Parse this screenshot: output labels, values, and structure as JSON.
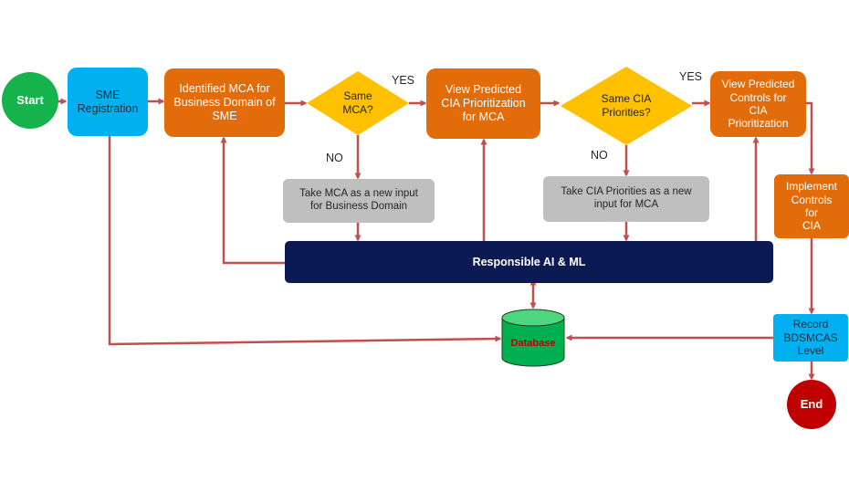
{
  "nodes": {
    "start": "Start",
    "sme_registration": "SME\nRegistration",
    "identified_mca": "Identified MCA for\nBusiness Domain of\nSME",
    "same_mca": "Same\nMCA?",
    "view_cia_prioritization": "View Predicted\nCIA Prioritization\nfor MCA",
    "same_cia": "Same CIA\nPriorities?",
    "view_controls": "View Predicted\nControls for\nCIA\nPrioritization",
    "implement_controls": "Implement\nControls\nfor\nCIA",
    "record_level": "Record\nBDSMCAS\nLevel",
    "end": "End",
    "take_mca": "Take MCA as a new input\nfor Business Domain",
    "take_cia": "Take CIA Priorities as a new\ninput for MCA",
    "responsible_ai": "Responsible AI & ML",
    "database": "Database"
  },
  "labels": {
    "yes1": "YES",
    "no1": "NO",
    "yes2": "YES",
    "no2": "NO"
  },
  "colors": {
    "start": "#16b24b",
    "end": "#c00000",
    "process_blue": "#00b0f0",
    "process_orange": "#e36c0a",
    "decision": "#ffc000",
    "gray_box": "#bfbfbf",
    "navy_bar": "#0c1a54",
    "database": "#00b050",
    "database_text": "#c00000",
    "arrow": "#c0504d"
  }
}
